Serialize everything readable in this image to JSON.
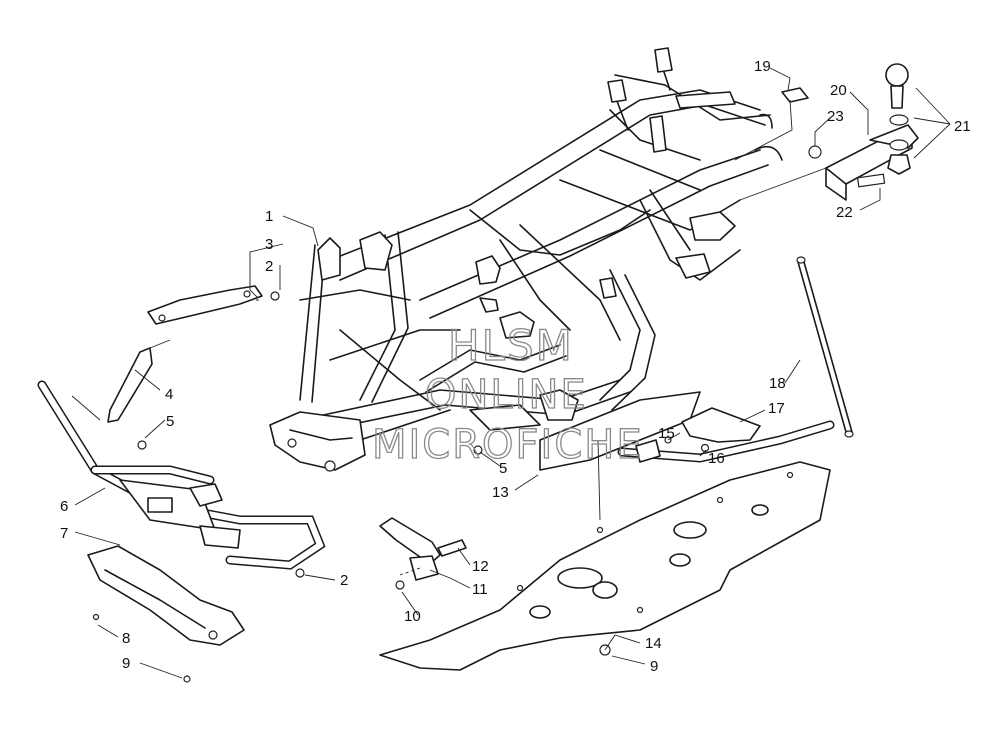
{
  "watermark": {
    "line1": "HLSM",
    "line2": "ONLINE",
    "line3": "MICROFICHE"
  },
  "callouts": [
    {
      "id": "c1",
      "label": "1"
    },
    {
      "id": "c3",
      "label": "3"
    },
    {
      "id": "c2a",
      "label": "2"
    },
    {
      "id": "c4",
      "label": "4"
    },
    {
      "id": "c5a",
      "label": "5"
    },
    {
      "id": "c6",
      "label": "6"
    },
    {
      "id": "c7",
      "label": "7"
    },
    {
      "id": "c8",
      "label": "8"
    },
    {
      "id": "c9a",
      "label": "9"
    },
    {
      "id": "c2b",
      "label": "2"
    },
    {
      "id": "c10",
      "label": "10"
    },
    {
      "id": "c11",
      "label": "11"
    },
    {
      "id": "c12",
      "label": "12"
    },
    {
      "id": "c5b",
      "label": "5"
    },
    {
      "id": "c13",
      "label": "13"
    },
    {
      "id": "c14",
      "label": "14"
    },
    {
      "id": "c9b",
      "label": "9"
    },
    {
      "id": "c15",
      "label": "15"
    },
    {
      "id": "c16",
      "label": "16"
    },
    {
      "id": "c17",
      "label": "17"
    },
    {
      "id": "c18",
      "label": "18"
    },
    {
      "id": "c19",
      "label": "19"
    },
    {
      "id": "c20",
      "label": "20"
    },
    {
      "id": "c21",
      "label": "21"
    },
    {
      "id": "c22",
      "label": "22"
    },
    {
      "id": "c23",
      "label": "23"
    }
  ]
}
